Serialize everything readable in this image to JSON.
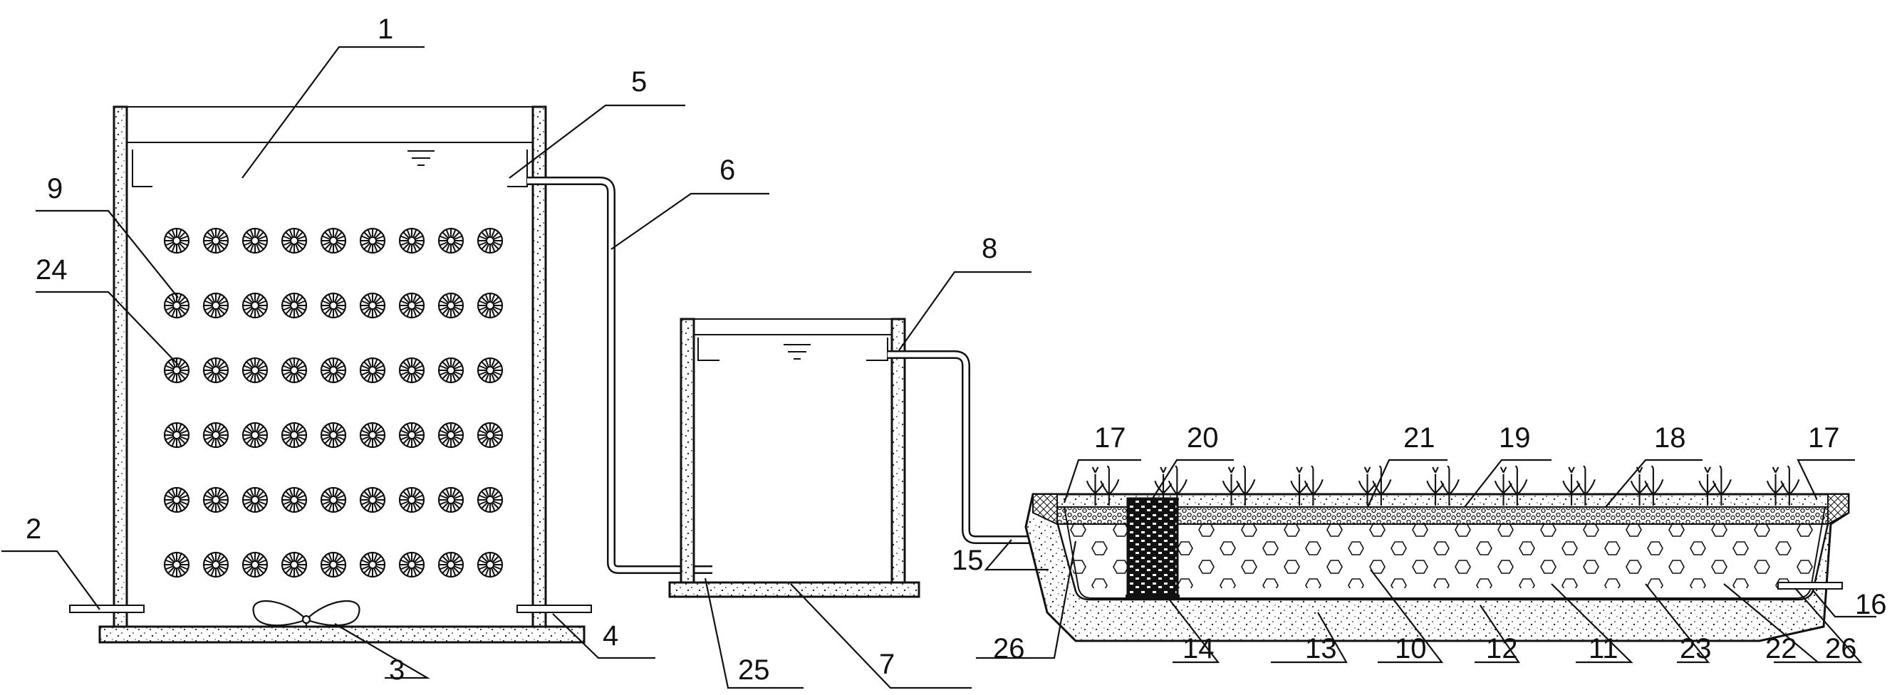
{
  "labels": {
    "l1": "1",
    "l2": "2",
    "l3": "3",
    "l4": "4",
    "l5": "5",
    "l6": "6",
    "l7": "7",
    "l8": "8",
    "l9": "9",
    "l10": "10",
    "l11": "11",
    "l12": "12",
    "l13": "13",
    "l14": "14",
    "l15": "15",
    "l16": "16",
    "l17a": "17",
    "l17b": "17",
    "l18": "18",
    "l19": "19",
    "l20": "20",
    "l21": "21",
    "l22": "22",
    "l23": "23",
    "l24": "24",
    "l25": "25",
    "l26a": "26",
    "l26b": "26"
  },
  "media_grid": {
    "rows": 6,
    "columns": 9
  },
  "plant_count": 11
}
